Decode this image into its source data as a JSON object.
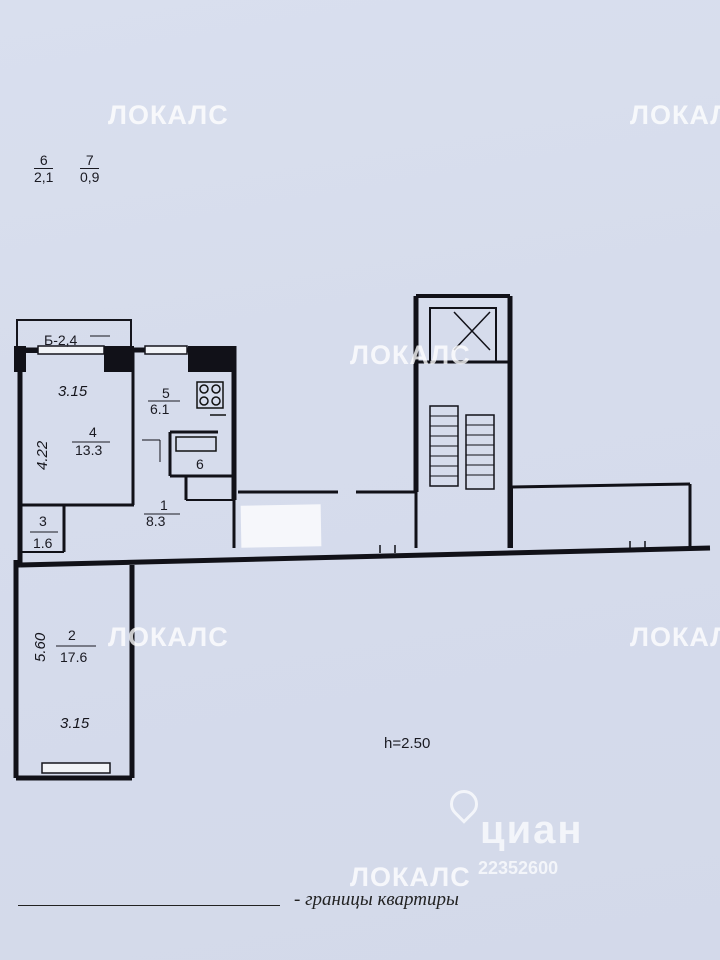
{
  "watermarks": [
    {
      "text": "ЛОКАЛС"
    },
    {
      "text": "ЛОКАЛС"
    },
    {
      "text": "ЛОКАЛС"
    },
    {
      "text": "ЛОКАЛС"
    },
    {
      "text": "ЛОКАЛС"
    },
    {
      "text": "ЛОКАЛС"
    }
  ],
  "top_areas": [
    {
      "num": "6",
      "area": "2,1"
    },
    {
      "num": "7",
      "area": "0,9"
    }
  ],
  "balcony_label": "Б-2,4",
  "rooms": [
    {
      "num": "5",
      "area": "6.1"
    },
    {
      "num": "4",
      "area": "13.3"
    },
    {
      "num": "1",
      "area": "8.3"
    },
    {
      "num": "3",
      "area": "1.6"
    },
    {
      "num": "2",
      "area": "17.6"
    }
  ],
  "small_room_label": "6",
  "dimensions": {
    "room4_width": "3.15",
    "room4_height": "4.22",
    "room2_height": "5.60",
    "room2_width": "3.15"
  },
  "ceiling_height": "h=2.50",
  "legend": "- границы квартиры",
  "cian": {
    "brand": "циан",
    "id": "22352600"
  }
}
